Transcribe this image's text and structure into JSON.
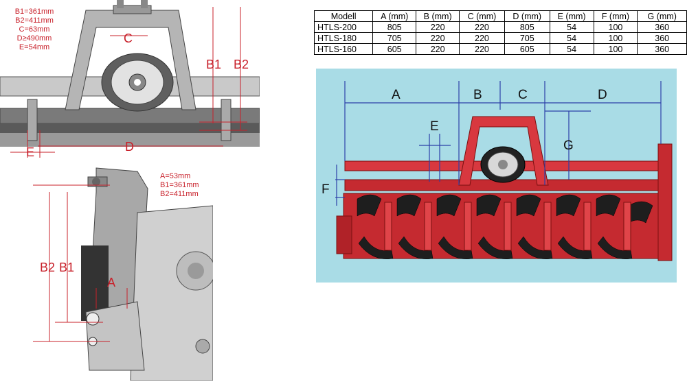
{
  "top_left": {
    "specs": [
      "B1=361mm",
      "B2=411mm",
      "C=63mm",
      "D≥490mm",
      "E=54mm"
    ],
    "labels": {
      "B1": "B1",
      "B2": "B2",
      "C": "C",
      "D": "D",
      "E": "E"
    }
  },
  "bottom_left": {
    "specs": [
      "A=53mm",
      "B1=361mm",
      "B2=411mm"
    ],
    "labels": {
      "A": "A",
      "B1": "B1",
      "B2": "B2"
    }
  },
  "table": {
    "headers": [
      "Modell",
      "A (mm)",
      "B (mm)",
      "C (mm)",
      "D (mm)",
      "E (mm)",
      "F (mm)",
      "G (mm)"
    ],
    "rows": [
      [
        "HTLS-200",
        "805",
        "220",
        "220",
        "805",
        "54",
        "100",
        "360"
      ],
      [
        "HTLS-180",
        "705",
        "220",
        "220",
        "705",
        "54",
        "100",
        "360"
      ],
      [
        "HTLS-160",
        "605",
        "220",
        "220",
        "605",
        "54",
        "100",
        "360"
      ]
    ]
  },
  "right_diagram": {
    "labels": {
      "A": "A",
      "B": "B",
      "C": "C",
      "D": "D",
      "E": "E",
      "F": "F",
      "G": "G"
    },
    "colors": {
      "background": "#a9dce6",
      "machine": "#d8383f",
      "dimension": "#2c3fa8"
    }
  }
}
